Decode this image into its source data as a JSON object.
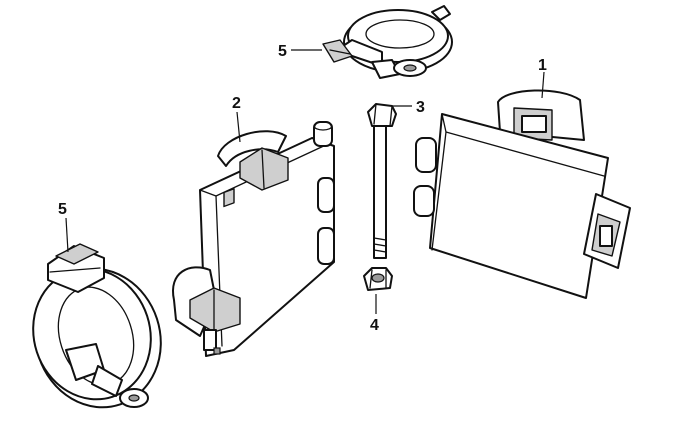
{
  "callouts": {
    "part_1": "1",
    "part_2": "2",
    "part_3": "3",
    "part_4": "4",
    "part_5_top": "5",
    "part_5_left": "5"
  },
  "colors": {
    "line": "#111111",
    "shade": "#cfcfcf",
    "background": "#ffffff"
  }
}
